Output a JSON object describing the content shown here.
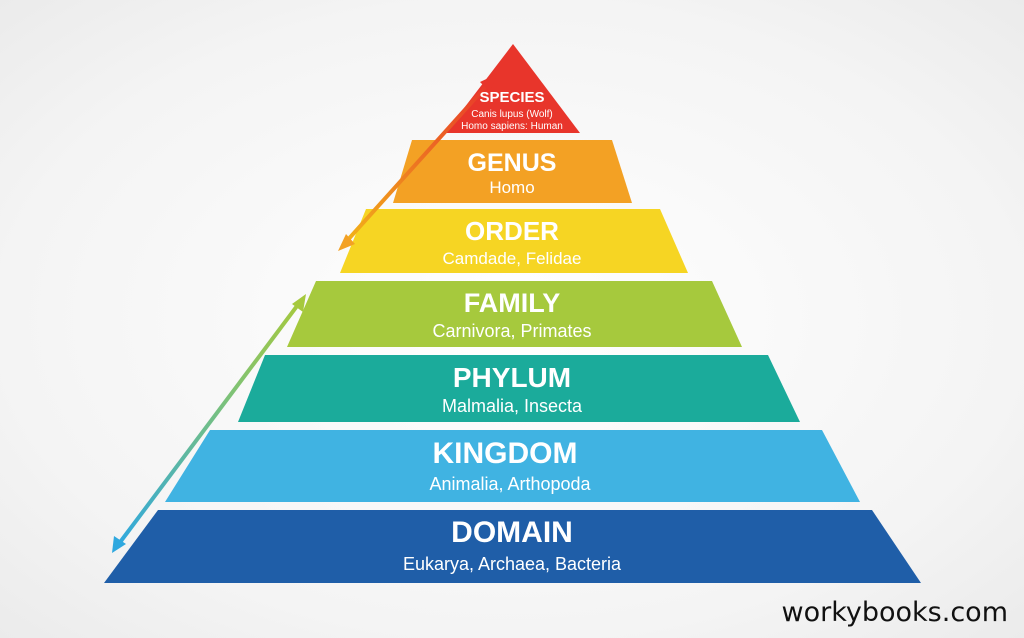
{
  "levels": [
    {
      "name": "SPECIES",
      "line1": "Canis lupus (Wolf)",
      "line2": "Homo sapiens: Human",
      "color": "#e8352b"
    },
    {
      "name": "GENUS",
      "examples": "Homo",
      "color": "#f3a124"
    },
    {
      "name": "ORDER",
      "examples": "Camdade, Felidae",
      "color": "#f6d523"
    },
    {
      "name": "FAMILY",
      "examples": "Carnivora, Primates",
      "color": "#a6c93d"
    },
    {
      "name": "PHYLUM",
      "examples": "Malmalia, Insecta",
      "color": "#1bab9b"
    },
    {
      "name": "KINGDOM",
      "examples": "Animalia, Arthopoda",
      "color": "#40b3e2"
    },
    {
      "name": "DOMAIN",
      "examples": "Eukarya, Archaea, Bacteria",
      "color": "#1f5ea8"
    }
  ],
  "watermark": "workybooks.com"
}
